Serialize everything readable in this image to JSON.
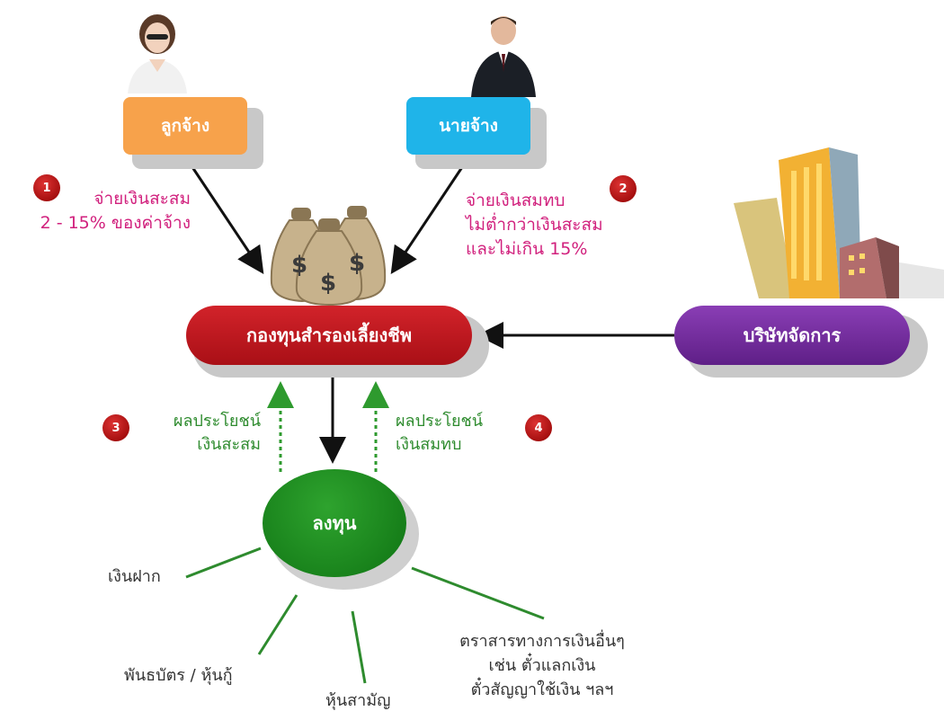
{
  "colors": {
    "employee": "#f7a24b",
    "employer": "#1fb4e9",
    "fund": "#c2191f",
    "manager": "#7030a0",
    "invest": "#1a8a1f",
    "pink_text": "#d1207d",
    "green_text": "#2e8b2e",
    "badge": "#b30000"
  },
  "nodes": {
    "employee": "ลูกจ้าง",
    "employer": "นายจ้าง",
    "fund": "กองทุนสำรองเลี้ยงชีพ",
    "manager": "บริษัทจัดการ",
    "invest": "ลงทุน"
  },
  "steps": [
    {
      "number": "1",
      "lines": [
        "จ่ายเงินสะสม",
        "2 - 15% ของค่าจ้าง"
      ]
    },
    {
      "number": "2",
      "lines": [
        "จ่ายเงินสมทบ",
        "ไม่ต่ำกว่าเงินสะสม",
        "และไม่เกิน 15%"
      ]
    },
    {
      "number": "3",
      "lines": [
        "ผลประโยชน์",
        "เงินสะสม"
      ]
    },
    {
      "number": "4",
      "lines": [
        "ผลประโยชน์",
        "เงินสมทบ"
      ]
    }
  ],
  "investments": {
    "deposit": "เงินฝาก",
    "bonds": "พันธบัตร / หุ้นกู้",
    "stocks": "หุ้นสามัญ",
    "other": [
      "ตราสารทางการเงินอื่นๆ",
      "เช่น ตั๋วแลกเงิน",
      "ตั๋วสัญญาใช้เงิน ฯลฯ"
    ]
  },
  "icons": [
    "woman-avatar-icon",
    "businessman-avatar-icon",
    "money-bags-icon",
    "buildings-icon"
  ]
}
